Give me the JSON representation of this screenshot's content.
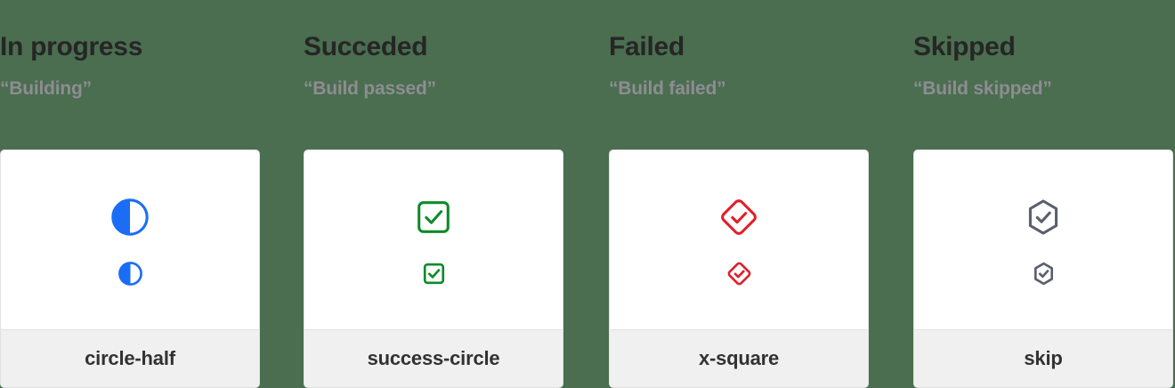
{
  "page": {
    "background_color": "#4a6e4f"
  },
  "columns": [
    {
      "heading": "In progress",
      "subtitle": "“Building”",
      "card": {
        "icon_name": "circle-half-icon",
        "icon_label": "circle-half",
        "icon_color": "#1c6df5"
      }
    },
    {
      "heading": "Succeded",
      "subtitle": "“Build passed”",
      "card": {
        "icon_name": "success-circle-icon",
        "icon_label": "success-circle",
        "icon_color": "#0e8a28"
      }
    },
    {
      "heading": "Failed",
      "subtitle": "“Build failed”",
      "card": {
        "icon_name": "x-square-icon",
        "icon_label": "x-square",
        "icon_color": "#e02028"
      }
    },
    {
      "heading": "Skipped",
      "subtitle": "“Build skipped”",
      "card": {
        "icon_name": "skip-icon",
        "icon_label": "skip",
        "icon_color": "#5a5f6e"
      }
    }
  ]
}
